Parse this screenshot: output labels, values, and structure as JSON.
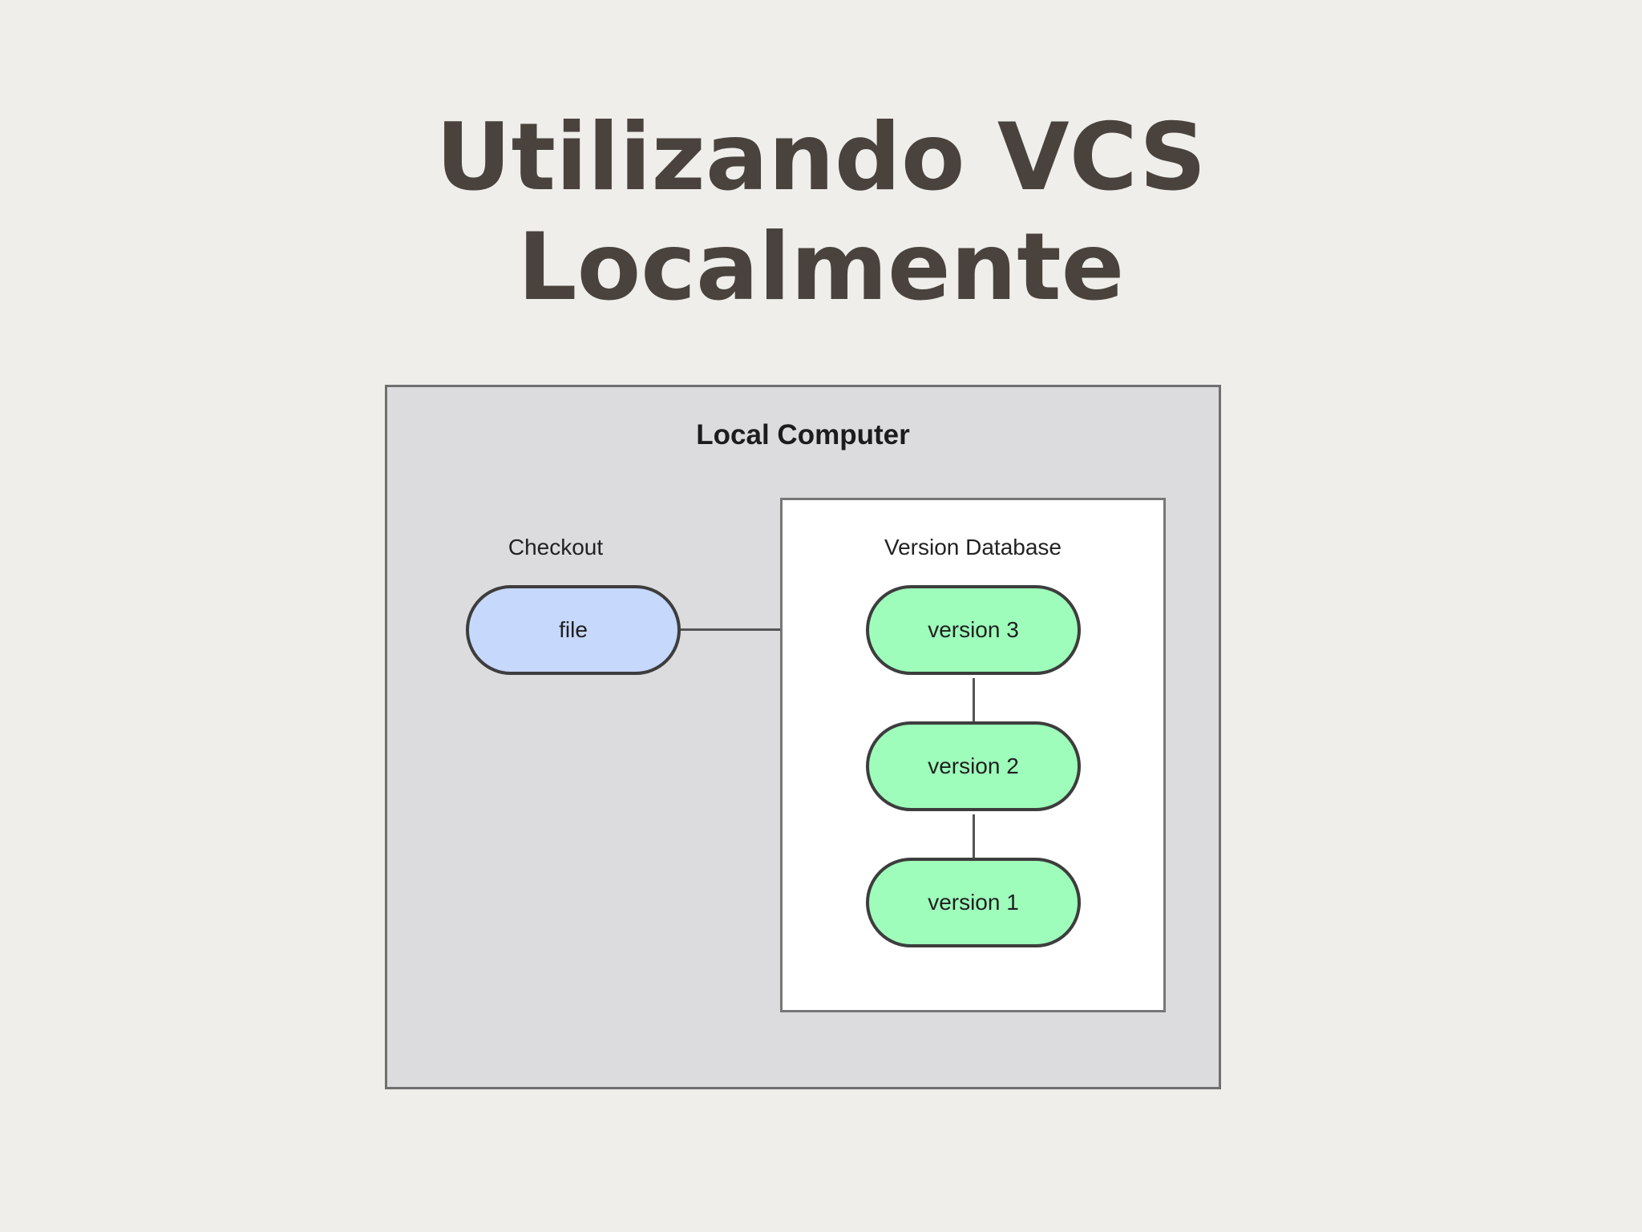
{
  "slide": {
    "title_line1": "Utilizando VCS",
    "title_line2": "Localmente"
  },
  "diagram": {
    "container_label": "Local Computer",
    "checkout": {
      "label": "Checkout",
      "file_label": "file"
    },
    "database": {
      "label": "Version Database",
      "versions": [
        "version 3",
        "version 2",
        "version 1"
      ]
    },
    "colors": {
      "container_fill": "#dcdbdd",
      "database_fill": "#ffffff",
      "file_fill": "#c6d8fb",
      "version_fill": "#9efdbb",
      "title_text": "#4a433d"
    }
  }
}
